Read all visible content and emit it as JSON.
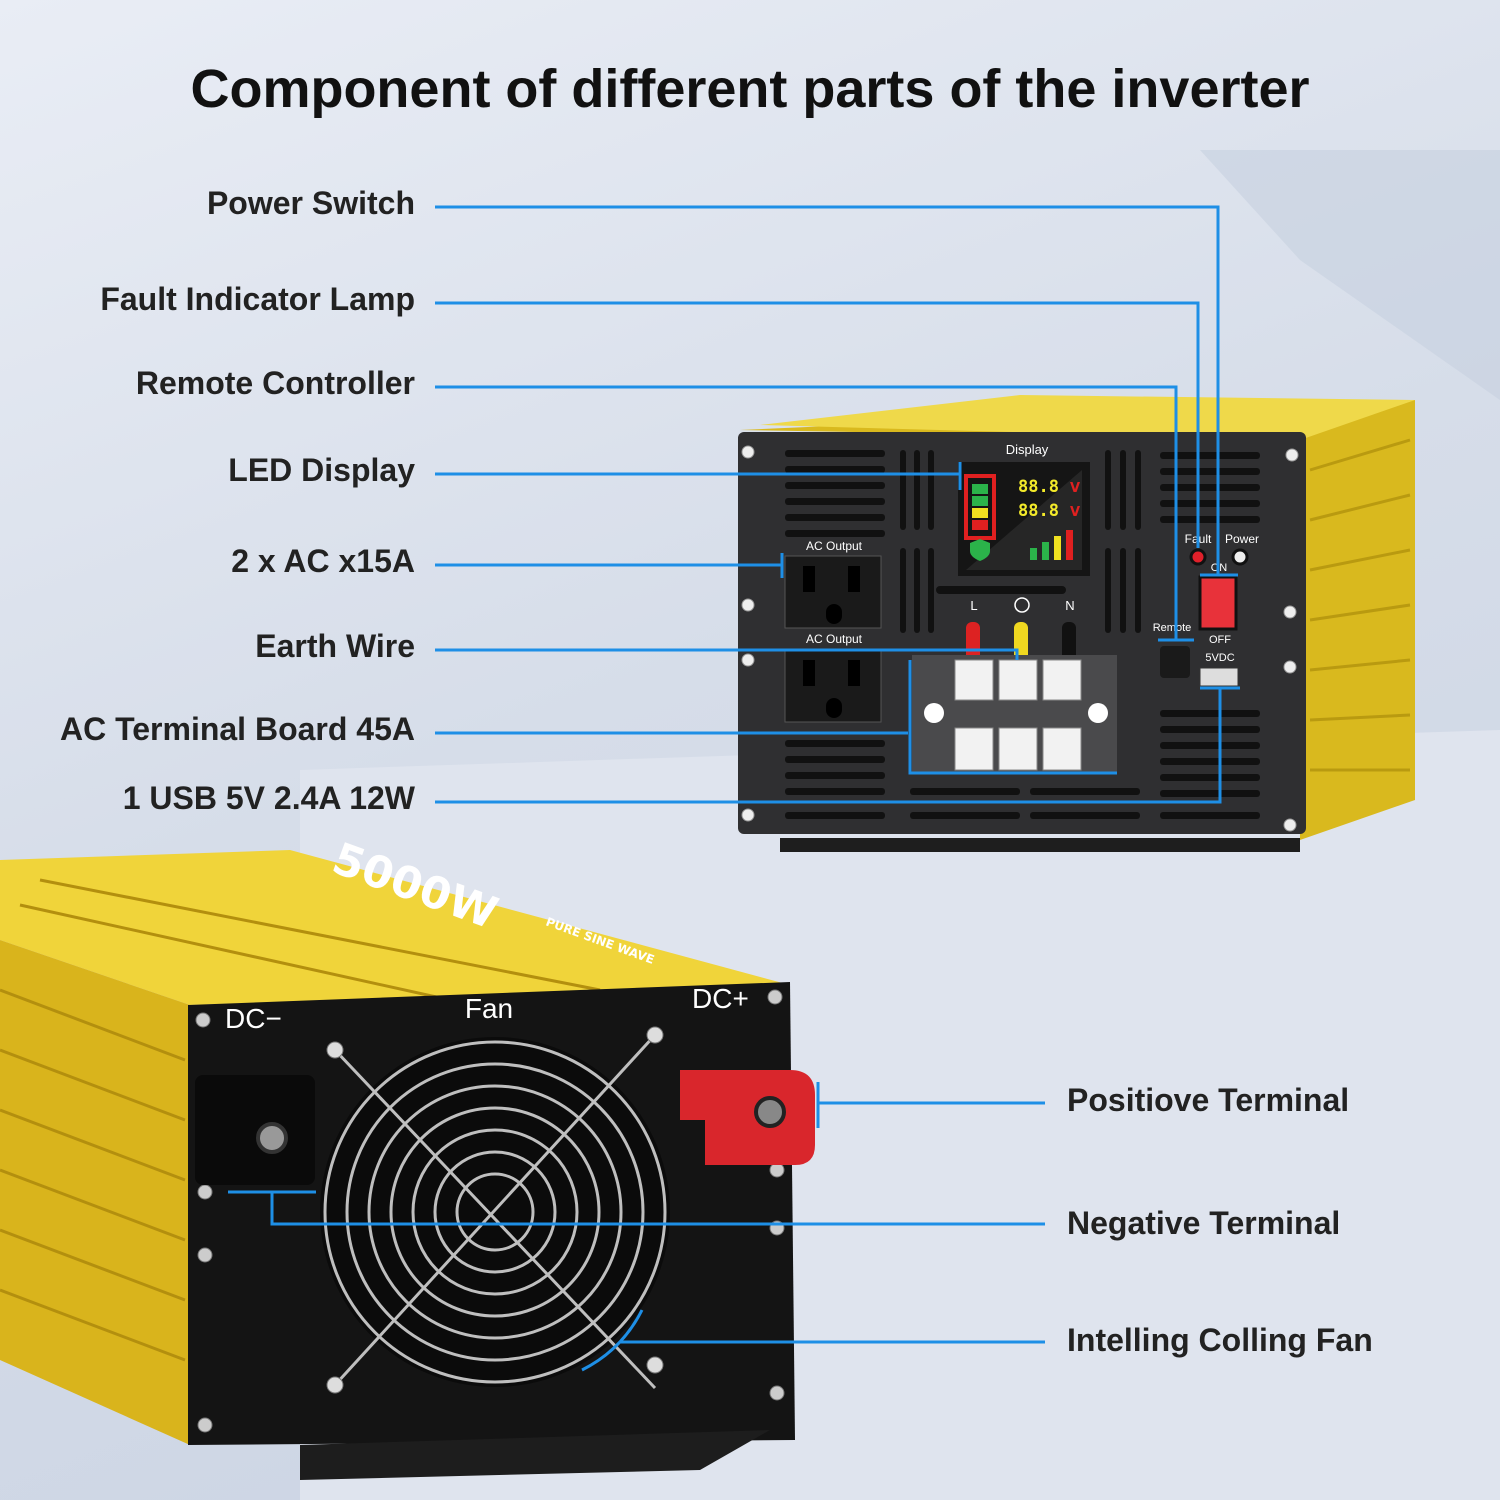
{
  "title": "Component of different parts of the inverter",
  "left_labels": [
    "Power Switch",
    "Fault Indicator Lamp",
    "Remote Controller",
    "LED Display",
    "2 x AC x15A",
    "Earth Wire",
    "AC Terminal Board 45A",
    "1 USB 5V 2.4A 12W"
  ],
  "right_labels": [
    "Positiove Terminal",
    "Negative Terminal",
    "Intelling Colling Fan"
  ],
  "front_panel": {
    "display": "Display",
    "ac_output": "AC Output",
    "fault": "Fault",
    "power": "Power",
    "on": "ON",
    "off": "OFF",
    "remote": "Remote",
    "usb": "5VDC",
    "l": "L",
    "n": "N",
    "readout1": "88.8",
    "readout2": "88.8",
    "unit": "V"
  },
  "rear_panel": {
    "dc_minus": "DC−",
    "fan": "Fan",
    "dc_plus": "DC+",
    "case_power": "5000W",
    "case_type": "PURE SINE WAVE"
  },
  "colors": {
    "callout": "#1e8fe6",
    "case": "#e6c92a",
    "panel": "#2b2b2d",
    "positive": "#d9262c"
  }
}
